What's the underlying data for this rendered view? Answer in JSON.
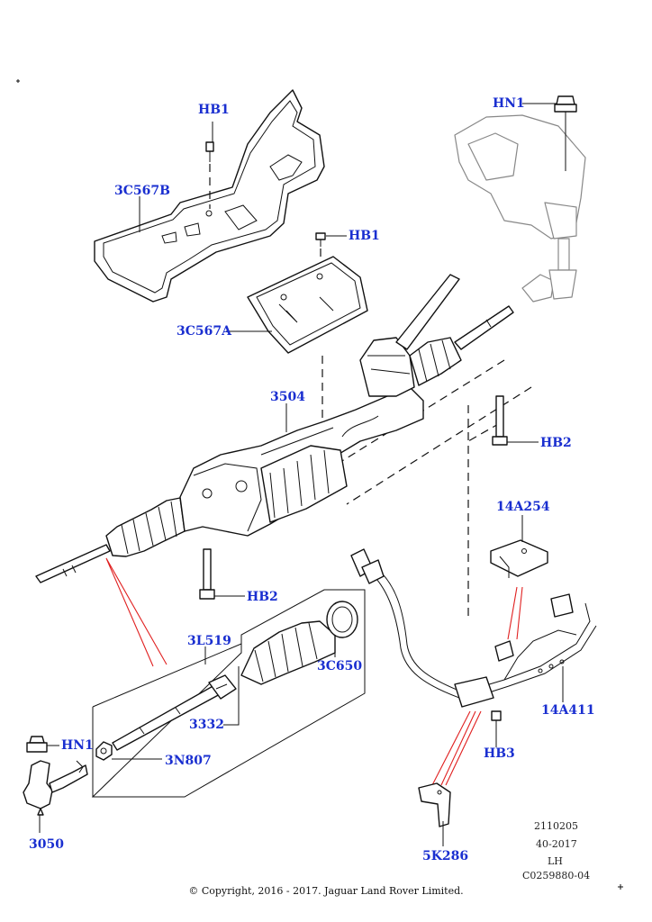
{
  "labels": {
    "hb1_top": "HB1",
    "c567b": "3C567B",
    "hb1_mid": "HB1",
    "hn1_top": "HN1",
    "c567a": "3C567A",
    "rack": "3504",
    "hb2_right": "HB2",
    "a14_254": "14A254",
    "hb2_left": "HB2",
    "l519": "3L519",
    "c650": "3C650",
    "p3332": "3332",
    "hn1_bottom": "HN1",
    "n807": "3N807",
    "a14_411": "14A411",
    "hb3": "HB3",
    "p3050": "3050",
    "k286": "5K286"
  },
  "meta": {
    "code1": "2110205",
    "code2": "40-2017",
    "side": "LH",
    "ref": "C0259880-04",
    "copyright": "© Copyright, 2016 - 2017. Jaguar Land Rover Limited."
  },
  "colors": {
    "label": "#1a2fd0",
    "line": "#111111",
    "guide": "#e02020",
    "ghost": "#888888"
  }
}
